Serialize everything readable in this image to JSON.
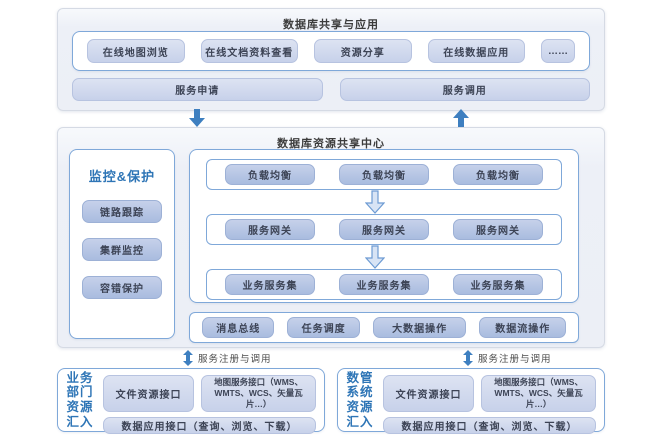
{
  "diagram": {
    "top": {
      "title": "数据库共享与应用",
      "apps": [
        "在线地图浏览",
        "在线文档资料查看",
        "资源分享",
        "在线数据应用",
        "……"
      ],
      "request_label": "服务申请",
      "invoke_label": "服务调用"
    },
    "center": {
      "title": "数据库资源共享中心",
      "monitor": {
        "title": "监控&保护",
        "items": [
          "链路跟踪",
          "集群监控",
          "容错保护"
        ]
      },
      "rows": [
        {
          "cells": [
            "负载均衡",
            "负载均衡",
            "负载均衡"
          ]
        },
        {
          "cells": [
            "服务网关",
            "服务网关",
            "服务网关"
          ]
        },
        {
          "cells": [
            "业务服务集",
            "业务服务集",
            "业务服务集"
          ]
        }
      ],
      "bus": [
        "消息总线",
        "任务调度",
        "大数据操作",
        "数据流操作"
      ]
    },
    "registration_label": "服务注册与调用",
    "sources": [
      {
        "group": "业务\n部门\n资源\n汇入",
        "file_api": "文件资源接口",
        "map_api": "地图服务接口（WMS、WMTS、WCS、矢量瓦片…）",
        "data_api": "数据应用接口（查询、浏览、下载）"
      },
      {
        "group": "数管\n系统\n资源\n汇入",
        "file_api": "文件资源接口",
        "map_api": "地图服务接口（WMS、WMTS、WCS、矢量瓦片…）",
        "data_api": "数据应用接口（查询、浏览、下载）"
      }
    ],
    "colors": {
      "accent_blue": "#2e75b6",
      "arrow_blue": "#3e7fc0",
      "container_border": "#7fa8d9",
      "box_fill_light": "#c7d1ea",
      "box_fill_medium": "#a9bcdf",
      "panel_bg": "#edf0f7"
    }
  }
}
